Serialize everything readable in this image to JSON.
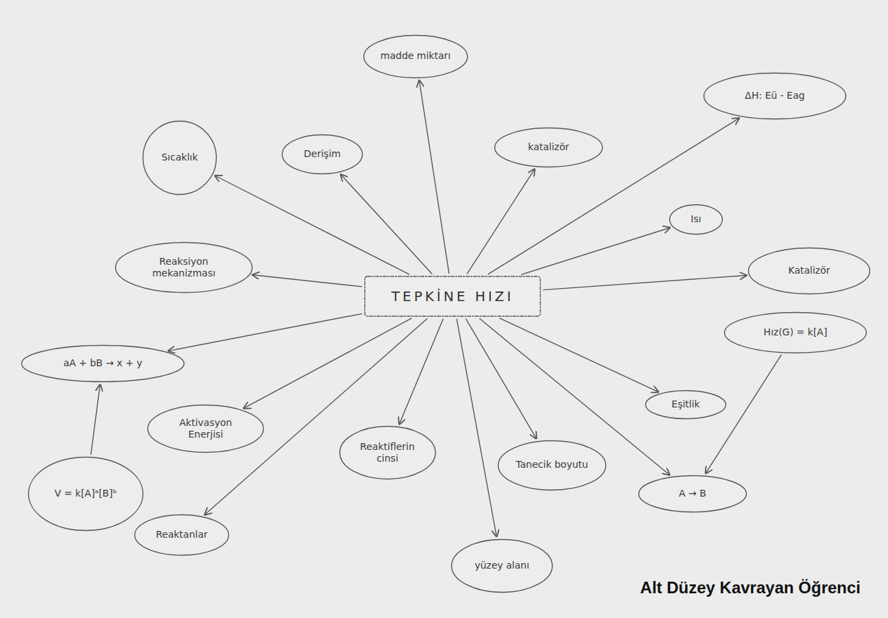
{
  "diagram": {
    "caption": "Alt Düzey Kavrayan Öğrenci",
    "nodes": [
      {
        "text": [
          "TEPKİNE HIZI"
        ]
      },
      {
        "text": [
          "madde miktarı"
        ]
      },
      {
        "text": [
          "Derişim"
        ]
      },
      {
        "text": [
          "Sıcaklık"
        ]
      },
      {
        "text": [
          "katalizör"
        ]
      },
      {
        "text": [
          "ΔH: Eü - Eag"
        ]
      },
      {
        "text": [
          "Isı"
        ]
      },
      {
        "text": [
          "Katalizör"
        ]
      },
      {
        "text": [
          "Hız(G) = k[A]"
        ]
      },
      {
        "text": [
          "Eşitlik"
        ]
      },
      {
        "text": [
          "A → B"
        ]
      },
      {
        "text": [
          "Tanecik boyutu"
        ]
      },
      {
        "text": [
          "yüzey alanı"
        ]
      },
      {
        "text": [
          "Reaktiflerin cinsi"
        ]
      },
      {
        "text": [
          "Aktivasyon Enerjisi"
        ]
      },
      {
        "text": [
          "Reaksiyon mekanizması"
        ]
      },
      {
        "text": [
          "aA + bB → x + y"
        ]
      },
      {
        "text": [
          "V = k[A]ᵃ[B]ᵇ"
        ]
      },
      {
        "text": [
          "Reaktanlar"
        ]
      }
    ],
    "edges": [
      {
        "from": 0,
        "to": 1,
        "arrow": "to"
      },
      {
        "from": 0,
        "to": 2,
        "arrow": "to"
      },
      {
        "from": 0,
        "to": 3,
        "arrow": "to"
      },
      {
        "from": 0,
        "to": 4,
        "arrow": "to"
      },
      {
        "from": 0,
        "to": 5,
        "arrow": "to"
      },
      {
        "from": 0,
        "to": 6,
        "arrow": "to"
      },
      {
        "from": 0,
        "to": 7,
        "arrow": "to"
      },
      {
        "from": 0,
        "to": 9,
        "arrow": "to"
      },
      {
        "from": 0,
        "to": 10,
        "arrow": "to"
      },
      {
        "from": 0,
        "to": 11,
        "arrow": "to"
      },
      {
        "from": 0,
        "to": 12,
        "arrow": "to"
      },
      {
        "from": 0,
        "to": 13,
        "arrow": "to"
      },
      {
        "from": 0,
        "to": 14,
        "arrow": "to"
      },
      {
        "from": 0,
        "to": 15,
        "arrow": "to"
      },
      {
        "from": 0,
        "to": 16,
        "arrow": "to"
      },
      {
        "from": 0,
        "to": 18,
        "arrow": "to"
      },
      {
        "from": 8,
        "to": 10,
        "arrow": "to"
      },
      {
        "from": 17,
        "to": 16,
        "arrow": "to"
      }
    ]
  }
}
